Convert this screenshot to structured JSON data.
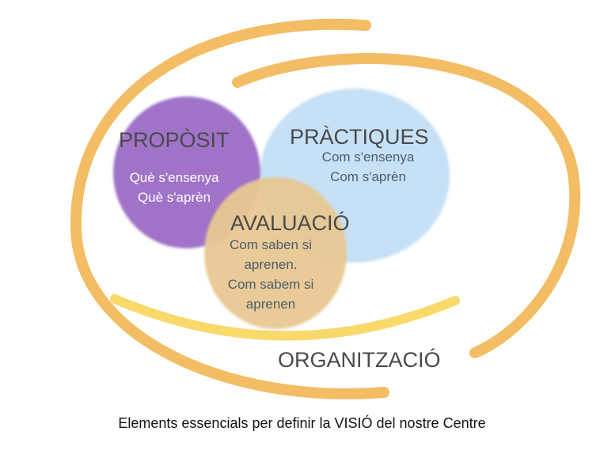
{
  "colors": {
    "orange_swirl": "#f2b654",
    "yellow_arc": "#f8d96a",
    "purple": "#9b6cc6",
    "blue": "#c6e1f6",
    "tan": "#e8c893"
  },
  "proposit": {
    "title": "PROPÒSIT",
    "lines": [
      "Què s'ensenya",
      "Què s'aprèn"
    ]
  },
  "practiques": {
    "title": "PRÀCTIQUES",
    "lines": [
      "Com s'ensenya",
      "Com s'aprèn"
    ]
  },
  "avaluacio": {
    "title": "AVALUACIÓ",
    "lines": [
      "Com saben si",
      "aprenen.",
      "Com sabem si",
      "aprenen"
    ]
  },
  "organitzacio": {
    "title": "ORGANITZACIÓ"
  },
  "caption": "Elements essencials per definir la VISIÓ del nostre Centre"
}
